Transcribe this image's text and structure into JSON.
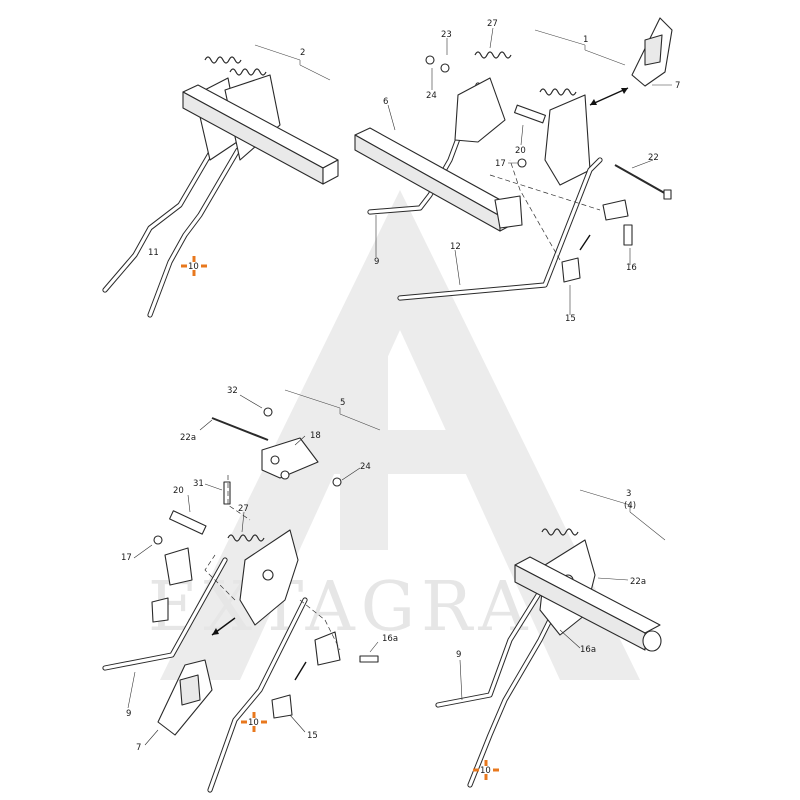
{
  "watermark": {
    "text": "EXTAGRA"
  },
  "colors": {
    "highlight": "#e8781e",
    "line": "#2a2a2a",
    "watermark": "#ececec"
  },
  "groups": {
    "g2": "2",
    "g1": "1",
    "g5": "5",
    "g3": "3",
    "g3b": "(4)"
  },
  "labels": {
    "top_left": {
      "n11": "11",
      "n10": "10"
    },
    "top_right": {
      "n23": "23",
      "n27": "27",
      "n24": "24",
      "n6": "6",
      "n20": "20",
      "n17": "17",
      "n7": "7",
      "n22": "22",
      "n9": "9",
      "n12": "12",
      "n16": "16",
      "n15": "15"
    },
    "bottom_left": {
      "n32": "32",
      "n22a": "22a",
      "n18": "18",
      "n24": "24",
      "n31": "31",
      "n20": "20",
      "n27": "27",
      "n17": "17",
      "n9": "9",
      "n7": "7",
      "n10": "10",
      "n16a": "16a",
      "n15": "15"
    },
    "bottom_right": {
      "n22a": "22a",
      "n16a": "16a",
      "n9": "9",
      "n10": "10"
    }
  },
  "icons": {
    "highlight_marker": "crosshair-marker-icon"
  }
}
